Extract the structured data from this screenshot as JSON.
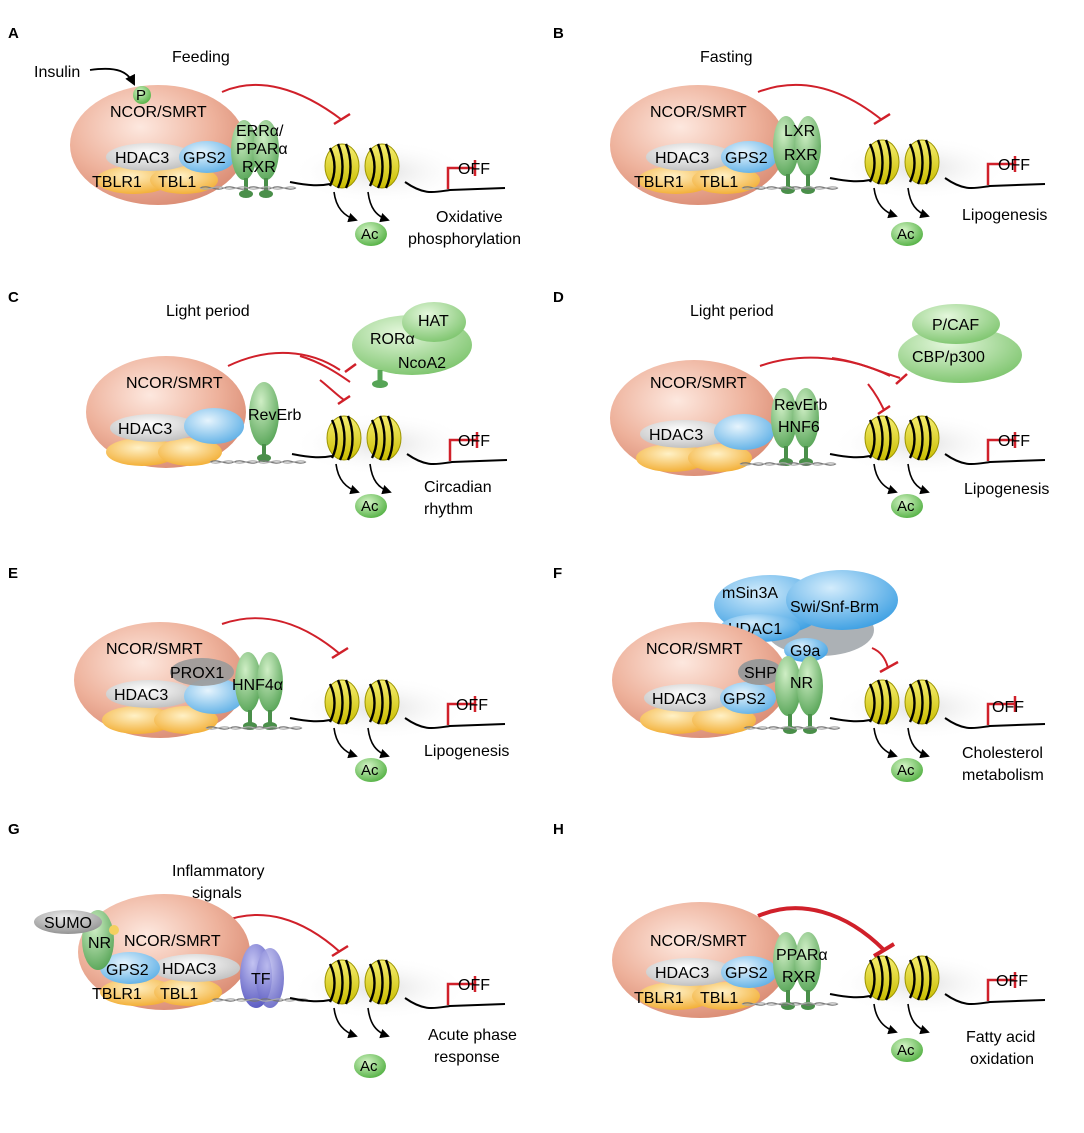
{
  "panels": [
    {
      "letter": "A",
      "condition": "Feeding",
      "insulin": "Insulin",
      "phospho": "P",
      "corepressor": "NCOR/SMRT",
      "hdac": "HDAC3",
      "gps2": "GPS2",
      "tblr1": "TBLR1",
      "tbl1": "TBL1",
      "nr_lines": [
        "ERRα/",
        "PPARα",
        "RXR"
      ],
      "off": "OFF",
      "ac": "Ac",
      "target_lines": [
        "Oxidative",
        "phosphorylation"
      ]
    },
    {
      "letter": "B",
      "condition": "Fasting",
      "corepressor": "NCOR/SMRT",
      "hdac": "HDAC3",
      "gps2": "GPS2",
      "tblr1": "TBLR1",
      "tbl1": "TBL1",
      "nr_lines": [
        "LXR",
        "RXR"
      ],
      "off": "OFF",
      "ac": "Ac",
      "target_lines": [
        "Lipogenesis"
      ]
    },
    {
      "letter": "C",
      "condition": "Light period",
      "corepressor": "NCOR/SMRT",
      "hdac": "HDAC3",
      "nr_lines": [
        "RevErb"
      ],
      "coact": [
        "HAT",
        "RORα",
        "NcoA2"
      ],
      "off": "OFF",
      "ac": "Ac",
      "target_lines": [
        "Circadian",
        "rhythm"
      ]
    },
    {
      "letter": "D",
      "condition": "Light period",
      "corepressor": "NCOR/SMRT",
      "hdac": "HDAC3",
      "nr_lines": [
        "RevErb",
        "HNF6"
      ],
      "coact": [
        "P/CAF",
        "CBP/p300"
      ],
      "off": "OFF",
      "ac": "Ac",
      "target_lines": [
        "Lipogenesis"
      ]
    },
    {
      "letter": "E",
      "corepressor": "NCOR/SMRT",
      "hdac": "HDAC3",
      "prox1": "PROX1",
      "nr_lines": [
        "HNF4α"
      ],
      "off": "OFF",
      "ac": "Ac",
      "target_lines": [
        "Lipogenesis"
      ]
    },
    {
      "letter": "F",
      "corepressor": "NCOR/SMRT",
      "hdac": "HDAC3",
      "gps2": "GPS2",
      "shp": "SHP",
      "msin3a": "mSin3A",
      "swi": "Swi/Snf-Brm",
      "hdac1": "HDAC1",
      "g9a": "G9a",
      "nr_lines": [
        "NR"
      ],
      "off": "OFF",
      "ac": "Ac",
      "target_lines": [
        "Cholesterol",
        "metabolism"
      ]
    },
    {
      "letter": "G",
      "condition_lines": [
        "Inflammatory",
        "signals"
      ],
      "sumo": "SUMO",
      "nr": "NR",
      "corepressor": "NCOR/SMRT",
      "hdac": "HDAC3",
      "gps2": "GPS2",
      "tblr1": "TBLR1",
      "tbl1": "TBL1",
      "tf": "TF",
      "off": "OFF",
      "ac": "Ac",
      "target_lines": [
        "Acute phase",
        "response"
      ]
    },
    {
      "letter": "H",
      "corepressor": "NCOR/SMRT",
      "hdac": "HDAC3",
      "gps2": "GPS2",
      "tblr1": "TBLR1",
      "tbl1": "TBL1",
      "nr_lines": [
        "PPARα",
        "RXR"
      ],
      "off": "OFF",
      "ac": "Ac",
      "target_lines": [
        "Fatty acid",
        "oxidation"
      ]
    }
  ],
  "colors": {
    "ncor": "#e8a890",
    "hdac": "#d4d4d4",
    "gps2": "#8fc6ea",
    "tbl": "#f6c25a",
    "nr": "#72b872",
    "nucleosome": "#e4d800",
    "repress": "#d0202a",
    "coact_green": "#8ccf7e",
    "coact_blue": "#5aaee6",
    "tf": "#6f6fd0",
    "sumo": "#9a9a9a"
  }
}
